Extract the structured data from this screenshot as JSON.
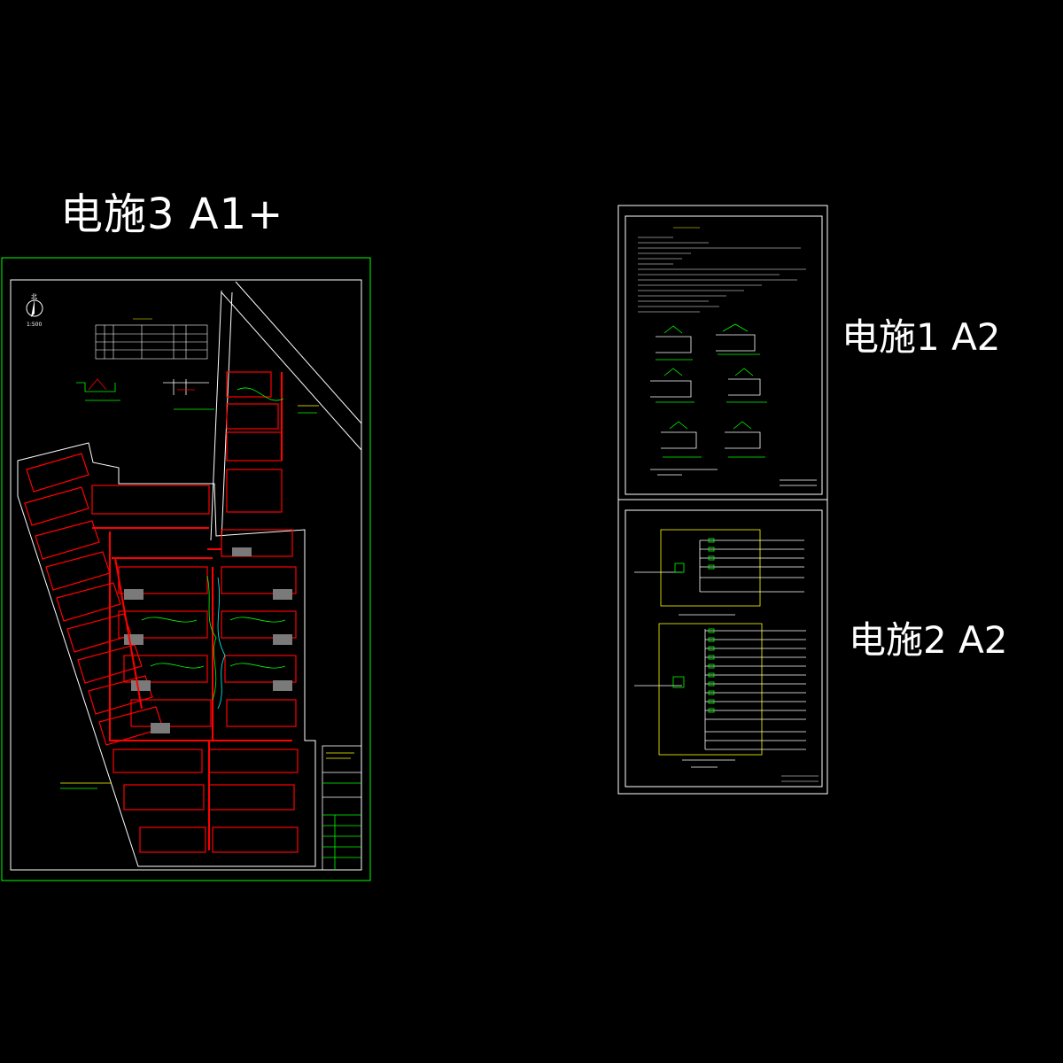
{
  "sheets": {
    "sheet3": {
      "label": "电施3  A1+",
      "north": "北",
      "scale": "1:500"
    },
    "sheet1": {
      "label": "电施1   A2"
    },
    "sheet2": {
      "label": "电施2   A2"
    }
  },
  "colors": {
    "background": "#000000",
    "frame_green": "#00ff00",
    "frame_white": "#ffffff",
    "cable_red": "#ff0000",
    "annotation_yellow": "#ffff00",
    "annotation_cyan": "#00ffff"
  }
}
